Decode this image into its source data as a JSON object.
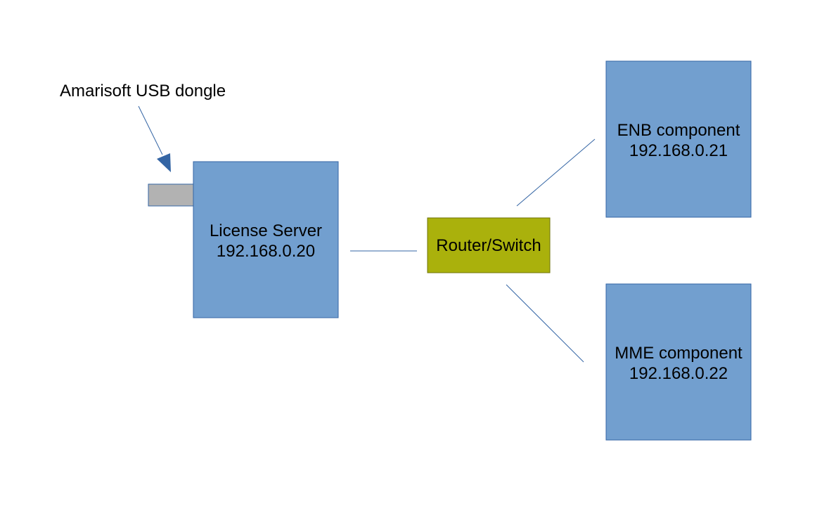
{
  "diagram": {
    "dongle_label": "Amarisoft USB dongle",
    "license_server": {
      "name": "License Server",
      "ip": "192.168.0.20"
    },
    "router": {
      "name": "Router/Switch"
    },
    "enb": {
      "name": "ENB component",
      "ip": "192.168.0.21"
    },
    "mme": {
      "name": "MME component",
      "ip": "192.168.0.22"
    }
  },
  "colors": {
    "box_fill": "#729fcf",
    "box_stroke": "#3465a4",
    "router_fill": "#aab10c",
    "router_stroke": "#6f7309",
    "dongle_fill": "#b2b2b2",
    "dongle_stroke": "#3465a4",
    "line": "#3465a4",
    "arrow": "#3465a4"
  }
}
